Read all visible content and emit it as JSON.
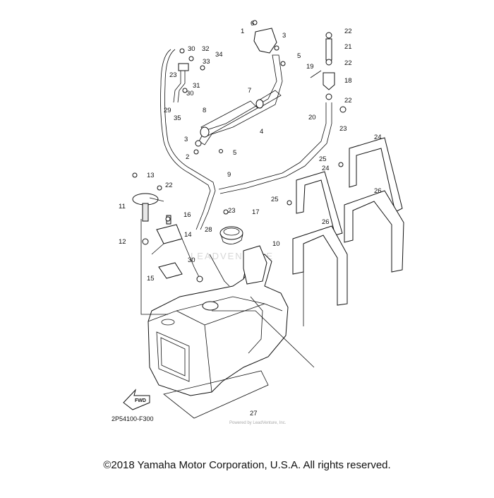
{
  "diagram": {
    "part_labels": [
      "1",
      "2",
      "3",
      "3",
      "4",
      "5",
      "5",
      "6",
      "7",
      "8",
      "9",
      "10",
      "11",
      "12",
      "13",
      "14",
      "15",
      "16",
      "17",
      "18",
      "19",
      "20",
      "21",
      "22",
      "22",
      "22",
      "22",
      "23",
      "23",
      "23",
      "24",
      "24",
      "25",
      "25",
      "26",
      "26",
      "27",
      "28",
      "29",
      "30",
      "30",
      "30",
      "31",
      "32",
      "33",
      "34",
      "35"
    ],
    "fwd_label": "FWD",
    "diagram_code": "2P54100-F300",
    "watermark": "LEADVENTURE",
    "powered_by": "Powered by LeadVenture, Inc."
  },
  "footer": {
    "copyright": "©2018 Yamaha Motor Corporation, U.S.A. All rights reserved."
  }
}
